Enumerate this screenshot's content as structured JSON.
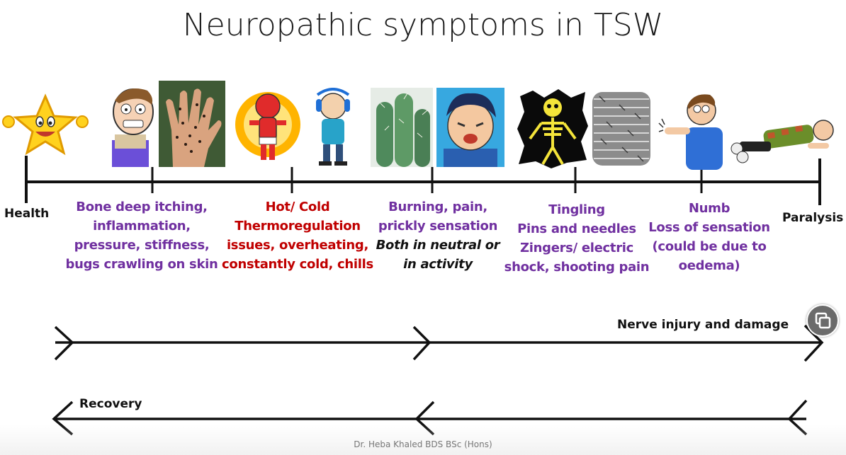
{
  "title": "Neuropathic symptoms in TSW",
  "timeline": {
    "start_label": "Health",
    "end_label": "Paralysis",
    "stages": [
      {
        "lines": [
          "Bone deep itching,",
          "inflammation,",
          "pressure, stiffness,",
          "bugs crawling on skin"
        ]
      },
      {
        "lines": [
          "Hot/ Cold",
          "Thermoregulation",
          "issues, overheating,",
          "constantly cold, chills"
        ]
      },
      {
        "lines": [
          "Burning, pain,",
          "prickly sensation"
        ],
        "italic_lines": [
          "Both in neutral or",
          "in activity"
        ]
      },
      {
        "lines": [
          "Tingling",
          "Pins and needles",
          "Zingers/ electric",
          "shock, shooting pain"
        ]
      },
      {
        "lines": [
          "Numb",
          "Loss of sensation",
          "(could be due to",
          "oedema)"
        ]
      }
    ]
  },
  "arrows": {
    "forward_label": "Nerve injury and damage",
    "backward_label": "Recovery"
  },
  "footer": "Dr. Heba Khaled BDS BSc (Hons)",
  "colors": {
    "purple": "#7030a0",
    "red": "#c00000",
    "line": "#111111"
  },
  "icons": [
    "star-icon",
    "stressed-man-icon",
    "hand-bugs-icon",
    "hot-boy-icon",
    "cold-man-icon",
    "cactus-icon",
    "pain-boy-icon",
    "skeleton-shock-icon",
    "barbed-wire-icon",
    "numb-man-icon",
    "fallen-man-icon",
    "copy-icon"
  ]
}
